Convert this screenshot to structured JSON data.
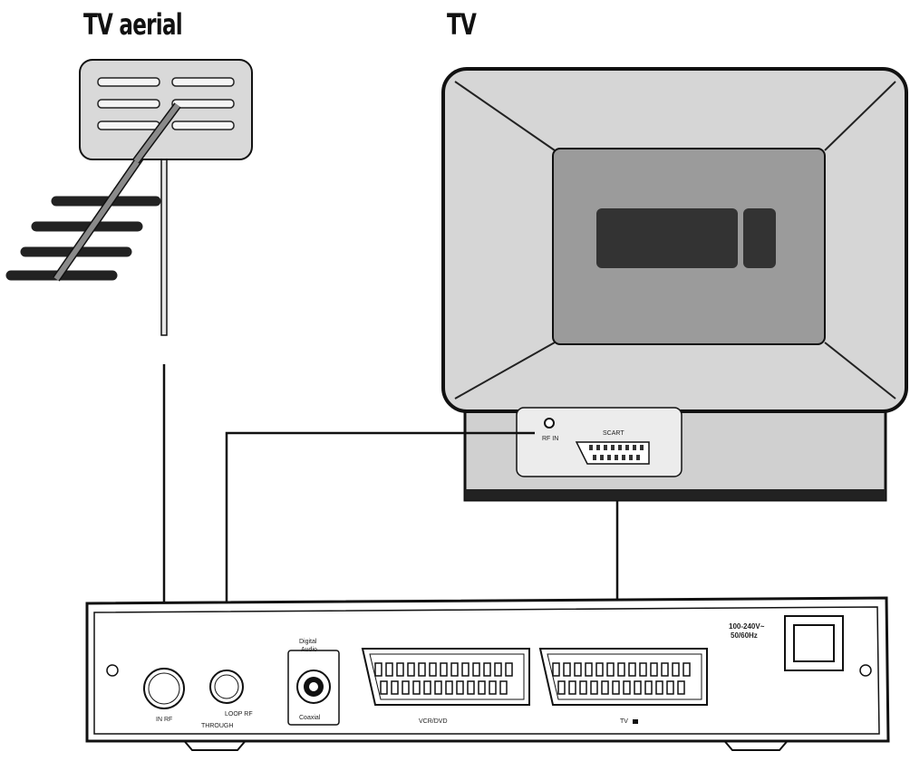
{
  "labels": {
    "aerial_title": "TV aerial",
    "tv_title": "TV"
  },
  "tv_panel": {
    "rf_in": "RF IN",
    "scart": "SCART"
  },
  "receiver_panel": {
    "rf_in": "IN RF",
    "loop_through": "LOOP RF",
    "through": "THROUGH",
    "digital_audio_line1": "Digital",
    "digital_audio_line2": "Audio",
    "coaxial": "Coaxial",
    "vcr_scart": "VCR/DVD",
    "tv_scart": "TV",
    "power_line1": "100-240V~",
    "power_line2": "50/60Hz"
  },
  "colors": {
    "outline": "#111111",
    "aerial_panel": "#d9d9d9",
    "tv_body": "#d6d6d6",
    "tv_screen": "#8f8f8f",
    "tv_bezel_inner": "#a9a9a9",
    "dark_block": "#333333"
  }
}
